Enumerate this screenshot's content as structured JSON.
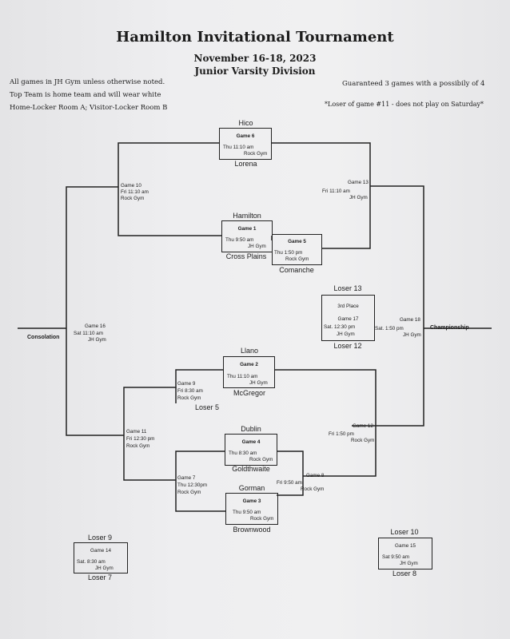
{
  "header": {
    "title": "Hamilton Invitational Tournament",
    "dates": "November 16-18, 2023",
    "division": "Junior Varsity Division"
  },
  "notes": {
    "location": "All games in JH Gym unless otherwise noted.",
    "home_team": "Top Team is home team and will wear white",
    "locker_rooms": "Home-Locker Room A; Visitor-Locker Room B",
    "guarantee": "Guaranteed 3 games with a possibily of 4",
    "saturday": "*Loser of game #11 - does not play on Saturday*"
  },
  "games": {
    "g6": {
      "name": "Game 6",
      "time": "Thu 11:10 am",
      "site": "Rock Gym"
    },
    "g1": {
      "name": "Game 1",
      "time": "Thu 9:50 am",
      "site": "JH Gym"
    },
    "g5": {
      "name": "Game 5",
      "time": "Thu 1:50 pm",
      "site": "Rock Gym"
    },
    "g10": {
      "name": "Game 10",
      "time": "Fri 11:10 am",
      "site": "Rock Gym"
    },
    "g13": {
      "name": "Game 13",
      "time": "Fri 11:10 am",
      "site": "JH Gym"
    },
    "g17": {
      "title": "3rd Place",
      "name": "Game 17",
      "time": "Sat. 12:30 pm",
      "site": "JH Gym"
    },
    "g18": {
      "name": "Game 18",
      "time": "Sat. 1:50 pm",
      "site": "JH Gym"
    },
    "g16": {
      "name": "Game 16",
      "time": "Sat 11:10 am",
      "site": "JH Gym"
    },
    "g2": {
      "name": "Game 2",
      "time": "Thu 11:10 am",
      "site": "JH Gym"
    },
    "g9": {
      "name": "Game 9",
      "time": "Fri 8:30 am",
      "site": "Rock Gym"
    },
    "g11": {
      "name": "Game 11",
      "time": "Fri 12:30 pm",
      "site": "Rock Gym"
    },
    "g4": {
      "name": "Game 4",
      "time": "Thu 8:30 am",
      "site": "Rock Gym"
    },
    "g12": {
      "name": "Game 12",
      "time": "Fri  1:50 pm",
      "site": "Rock Gym"
    },
    "g7": {
      "name": "Game 7",
      "time": "Thu 12:30pm",
      "site": "Rock Gym"
    },
    "g8": {
      "name": "Game 8",
      "time": "Fri 9:50 am",
      "site": "Rock Gym"
    },
    "g3": {
      "name": "Game 3",
      "time": "Thu 9:50 am",
      "site": "Rock Gym"
    },
    "g14": {
      "name": "Game 14",
      "time": "Sat. 8:30 am",
      "site": "JH Gym"
    },
    "g15": {
      "name": "Game 15",
      "time": "Sat 9:50 am",
      "site": "JH Gym"
    }
  },
  "teams": {
    "hico": "Hico",
    "lorena": "Lorena",
    "hamilton": "Hamilton",
    "cross_plains": "Cross Plains",
    "comanche": "Comanche",
    "llano": "Llano",
    "mcgregor": "McGregor",
    "dublin": "Dublin",
    "goldthwaite": "Goldthwaite",
    "gorman": "Gorman",
    "brownwood": "Brownwood"
  },
  "placeholders": {
    "loser13": "Loser 13",
    "loser12": "Loser 12",
    "loser5": "Loser 5",
    "loser9": "Loser 9",
    "loser7": "Loser 7",
    "loser10": "Loser 10",
    "loser8": "Loser 8"
  },
  "labels": {
    "consolation": "Consolation",
    "championship": "Championship"
  }
}
